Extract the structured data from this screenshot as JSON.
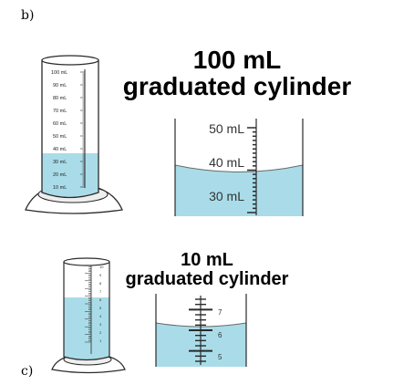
{
  "sections": {
    "b_label": "b)",
    "c_label": "c)"
  },
  "cylinder_100": {
    "title_line1": "100 mL",
    "title_line2": "graduated cylinder",
    "small_marks": [
      "100 mL",
      "90 mL",
      "80 mL",
      "70 mL",
      "60 mL",
      "50 mL",
      "40 mL",
      "30 mL",
      "20 mL",
      "10 mL"
    ],
    "zoom_marks": [
      "50 mL",
      "40 mL",
      "30 mL"
    ]
  },
  "cylinder_10": {
    "title_line1": "10 mL",
    "title_line2": "graduated cylinder",
    "small_marks": [
      "10",
      "9",
      "8",
      "7",
      "6",
      "5",
      "4",
      "3",
      "2",
      "1"
    ],
    "zoom_marks": [
      "7",
      "6",
      "5"
    ]
  },
  "colors": {
    "liquid": "#a9dce8",
    "outline": "#2a2a2a",
    "text": "#000000"
  }
}
